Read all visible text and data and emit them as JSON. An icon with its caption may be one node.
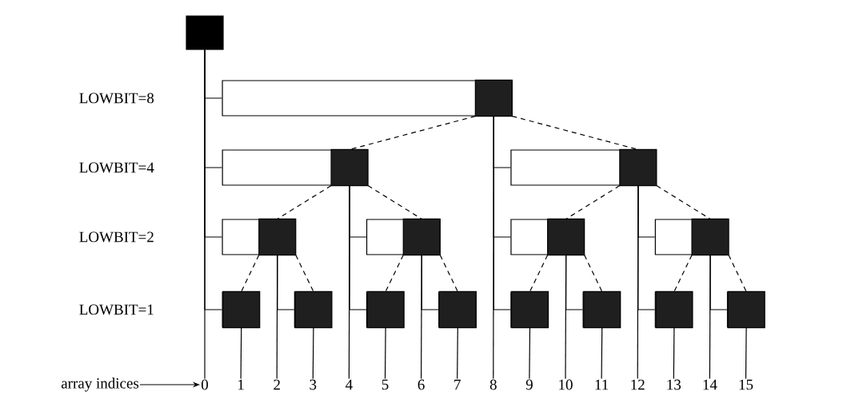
{
  "diagram": {
    "nodes": [
      {
        "text": [],
        "shape": "box"
      },
      {
        "text": [],
        "shape": "bar"
      },
      {
        "text": [],
        "shape": "bar"
      },
      {
        "text": [],
        "shape": "bar"
      },
      {
        "text": [],
        "shape": "bar"
      },
      {
        "text": [],
        "shape": "bar"
      },
      {
        "text": [],
        "shape": "bar"
      },
      {
        "text": [],
        "shape": "bar"
      },
      {
        "text": [],
        "shape": "bar"
      },
      {
        "text": [],
        "shape": "bar"
      },
      {
        "text": [],
        "shape": "bar"
      },
      {
        "text": [],
        "shape": "bar"
      },
      {
        "text": [],
        "shape": "bar"
      },
      {
        "text": [],
        "shape": "bar"
      },
      {
        "text": [],
        "shape": "bar"
      },
      {
        "text": [],
        "shape": "bar"
      },
      {
        "text": [
          "array indices"
        ]
      },
      {
        "text": [
          "0"
        ]
      },
      {
        "text": [
          "1"
        ]
      },
      {
        "text": [
          "2"
        ]
      },
      {
        "text": [
          "3"
        ]
      },
      {
        "text": [
          "4"
        ]
      },
      {
        "text": [
          "5"
        ]
      },
      {
        "text": [
          "6"
        ]
      },
      {
        "text": [
          "7"
        ]
      },
      {
        "text": [
          "8"
        ]
      },
      {
        "text": [
          "9"
        ]
      },
      {
        "text": [
          "10"
        ]
      },
      {
        "text": [
          "11"
        ]
      },
      {
        "text": [
          "12"
        ]
      },
      {
        "text": [
          "13"
        ]
      },
      {
        "text": [
          "14"
        ]
      },
      {
        "text": [
          "15"
        ]
      }
    ],
    "edges": [
      {
        "from": 0,
        "to": 1,
        "arrow": "none"
      },
      {
        "from": 0,
        "to": 2,
        "arrow": "none"
      },
      {
        "from": 0,
        "to": 4,
        "arrow": "none"
      },
      {
        "from": 0,
        "to": 8,
        "arrow": "none"
      },
      {
        "from": 1,
        "to": 3,
        "arrow": "none"
      },
      {
        "from": 1,
        "to": 6,
        "arrow": "none"
      },
      {
        "from": 1,
        "to": 12,
        "arrow": "none"
      },
      {
        "from": 2,
        "to": 5,
        "arrow": "none"
      },
      {
        "from": 2,
        "to": 10,
        "arrow": "none"
      },
      {
        "from": 3,
        "to": 7,
        "arrow": "none"
      },
      {
        "from": 3,
        "to": 14,
        "arrow": "none"
      },
      {
        "from": 4,
        "to": 9,
        "arrow": "none"
      },
      {
        "from": 5,
        "to": 11,
        "arrow": "none"
      },
      {
        "from": 6,
        "to": 13,
        "arrow": "none"
      },
      {
        "from": 7,
        "to": 15,
        "arrow": "none"
      },
      {
        "from": 0,
        "to": 17,
        "arrow": "none"
      },
      {
        "from": 8,
        "to": 18,
        "arrow": "none"
      },
      {
        "from": 4,
        "to": 19,
        "arrow": "none"
      },
      {
        "from": 9,
        "to": 20,
        "arrow": "none"
      },
      {
        "from": 2,
        "to": 21,
        "arrow": "none"
      },
      {
        "from": 10,
        "to": 22,
        "arrow": "none"
      },
      {
        "from": 5,
        "to": 23,
        "arrow": "none"
      },
      {
        "from": 11,
        "to": 24,
        "arrow": "none"
      },
      {
        "from": 1,
        "to": 25,
        "arrow": "none"
      },
      {
        "from": 12,
        "to": 26,
        "arrow": "none"
      },
      {
        "from": 6,
        "to": 27,
        "arrow": "none"
      },
      {
        "from": 13,
        "to": 28,
        "arrow": "none"
      },
      {
        "from": 3,
        "to": 29,
        "arrow": "none"
      },
      {
        "from": 14,
        "to": 30,
        "arrow": "none"
      },
      {
        "from": 7,
        "to": 31,
        "arrow": "none"
      },
      {
        "from": 15,
        "to": 32,
        "arrow": "none"
      },
      {
        "from": 1,
        "to": 2,
        "arrow": "none",
        "style": "dashed"
      },
      {
        "from": 1,
        "to": 3,
        "arrow": "none",
        "style": "dashed"
      },
      {
        "from": 2,
        "to": 4,
        "arrow": "none",
        "style": "dashed"
      },
      {
        "from": 2,
        "to": 5,
        "arrow": "none",
        "style": "dashed"
      },
      {
        "from": 3,
        "to": 6,
        "arrow": "none",
        "style": "dashed"
      },
      {
        "from": 3,
        "to": 7,
        "arrow": "none",
        "style": "dashed"
      },
      {
        "from": 4,
        "to": 8,
        "arrow": "none",
        "style": "dashed"
      },
      {
        "from": 4,
        "to": 9,
        "arrow": "none",
        "style": "dashed"
      },
      {
        "from": 5,
        "to": 10,
        "arrow": "none",
        "style": "dashed"
      },
      {
        "from": 5,
        "to": 11,
        "arrow": "none",
        "style": "dashed"
      },
      {
        "from": 6,
        "to": 12,
        "arrow": "none",
        "style": "dashed"
      },
      {
        "from": 6,
        "to": 13,
        "arrow": "none",
        "style": "dashed"
      },
      {
        "from": 7,
        "to": 14,
        "arrow": "none",
        "style": "dashed"
      },
      {
        "from": 7,
        "to": 15,
        "arrow": "none",
        "style": "dashed"
      },
      {
        "from": 16,
        "to": 17,
        "arrow": "to"
      }
    ],
    "labels": [
      "LOWBIT=8",
      "LOWBIT=4",
      "LOWBIT=2",
      "LOWBIT=1"
    ]
  }
}
